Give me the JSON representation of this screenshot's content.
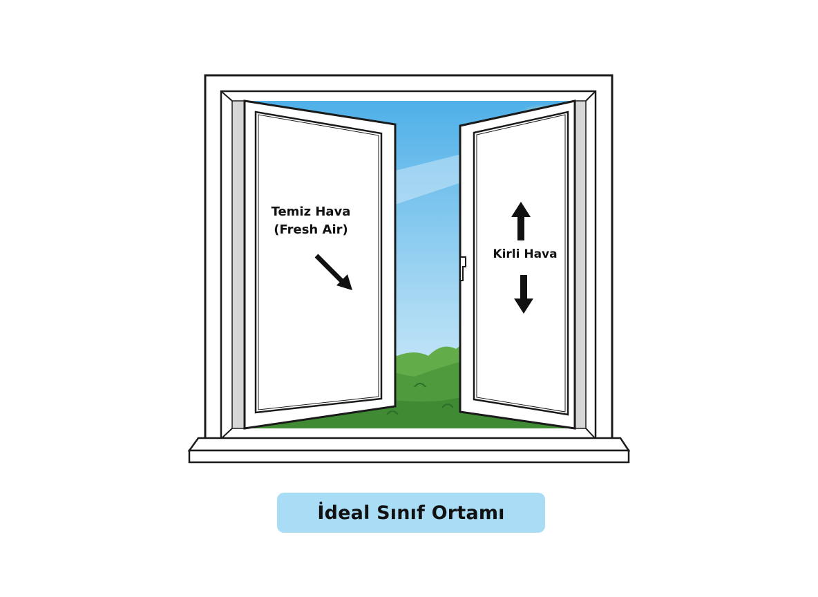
{
  "labels": {
    "fresh_air_line1": "Temiz Hava",
    "fresh_air_line2": "(Fresh Air)",
    "dirty_air": "Kirli Hava"
  },
  "caption": "İdeal Sınıf Ortamı",
  "colors": {
    "sky": "#7cc4ee",
    "foliage": "#5fae48",
    "frame": "#ffffff",
    "outline": "#1a1a1a",
    "caption_bg": "#a9dcf5",
    "sun": "#fff6b0"
  }
}
